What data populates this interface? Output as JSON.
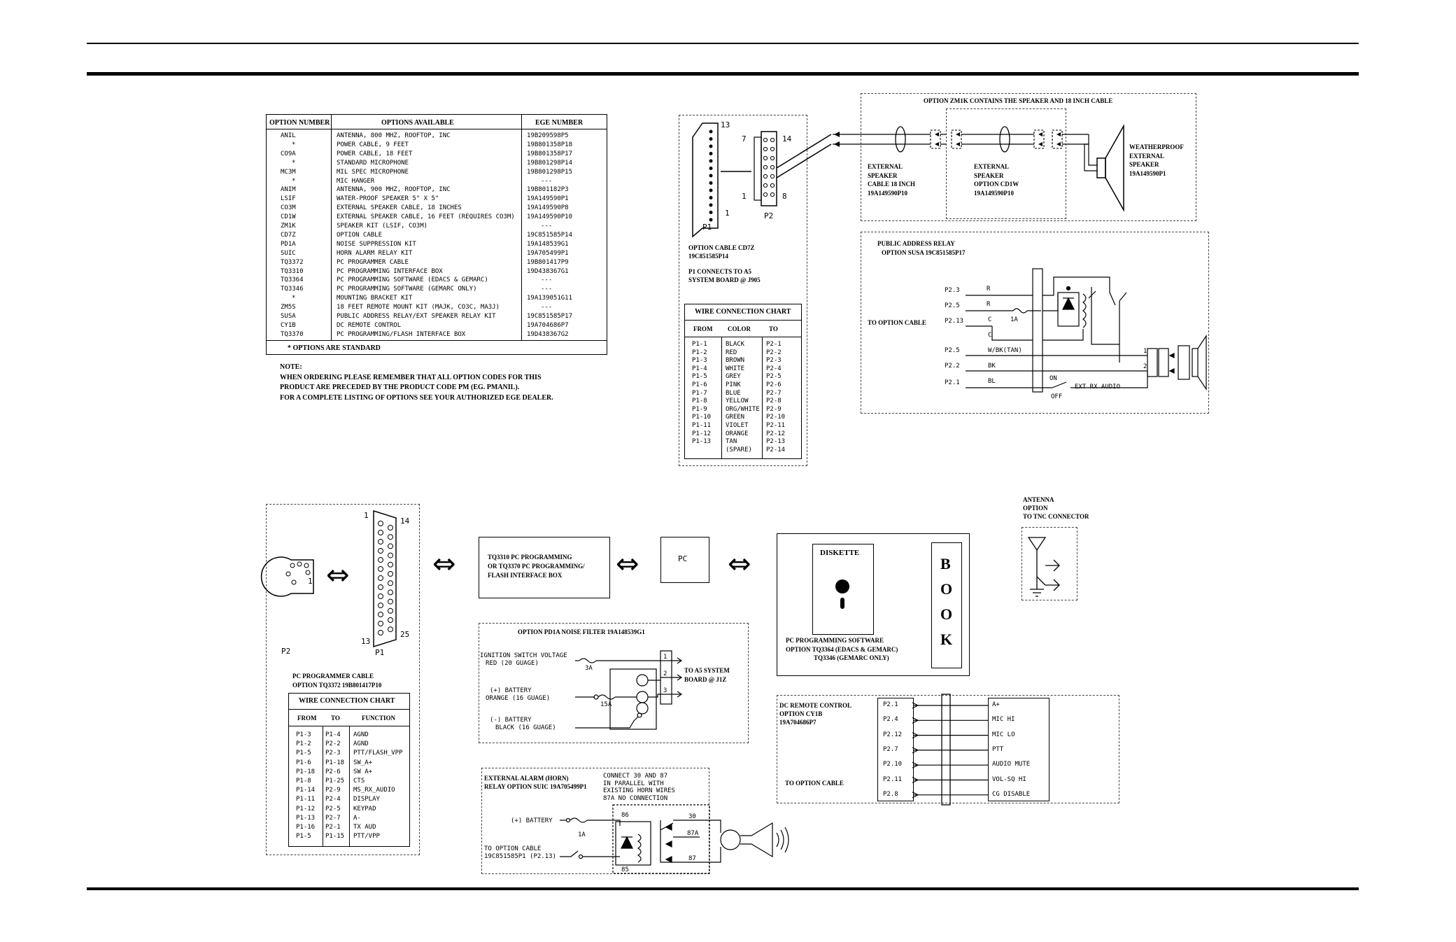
{
  "options_table": {
    "headers": [
      "OPTION NUMBER",
      "OPTIONS AVAILABLE",
      "EGE NUMBER"
    ],
    "rows": [
      [
        "ANIL",
        "ANTENNA, 800 MHZ, ROOFTOP, INC",
        "19B209598P5"
      ],
      [
        "*",
        "POWER CABLE, 9 FEET",
        "19B801358P18"
      ],
      [
        "CO9A",
        "POWER CABLE, 18 FEET",
        "19B801358P17"
      ],
      [
        "*",
        "STANDARD MICROPHONE",
        "19B801298P14"
      ],
      [
        "MC3M",
        "MIL SPEC MICROPHONE",
        "19B801298P15"
      ],
      [
        "*",
        "MIC HANGER",
        "---"
      ],
      [
        "ANIM",
        "ANTENNA, 900 MHZ, ROOFTOP, INC",
        "19B801182P3"
      ],
      [
        "LSIF",
        "WATER-PROOF SPEAKER 5\" X 5\"",
        "19A149590P1"
      ],
      [
        "CO3M",
        "EXTERNAL SPEAKER CABLE, 18 INCHES",
        "19A149590P8"
      ],
      [
        "CD1W",
        "EXTERNAL SPEAKER CABLE, 16 FEET (REQUIRES CO3M)",
        "19A149590P10"
      ],
      [
        "ZM1K",
        "SPEAKER KIT (LSIF, CO3M)",
        "---"
      ],
      [
        "CD7Z",
        "OPTION CABLE",
        "19C851585P14"
      ],
      [
        "PD1A",
        "NOISE SUPPRESSION KIT",
        "19A148539G1"
      ],
      [
        "SUIC",
        "HORN ALARM RELAY KIT",
        "19A705499P1"
      ],
      [
        "TQ3372",
        "PC PROGRAMMER CABLE",
        "19B801417P9"
      ],
      [
        "TQ3310",
        "PC PROGRAMMING INTERFACE BOX",
        "19D438367G1"
      ],
      [
        "TQ3364",
        "PC PROGRAMMING SOFTWARE (EDACS & GEMARC)",
        "---"
      ],
      [
        "TQ3346",
        "PC PROGRAMMING SOFTWARE (GEMARC ONLY)",
        "---"
      ],
      [
        "*",
        "MOUNTING BRACKET KIT",
        "19A139051G11"
      ],
      [
        "ZM5S",
        "18 FEET REMOTE MOUNT KIT (MAJK, CO3C, MA3J)",
        "---"
      ],
      [
        "SUSA",
        "PUBLIC ADDRESS RELAY/EXT SPEAKER RELAY KIT",
        "19C851585P17"
      ],
      [
        "CY1B",
        "DC REMOTE CONTROL",
        "19A704686P7"
      ],
      [
        "TQ3370",
        "PC PROGRAMMING/FLASH INTERFACE BOX",
        "19D438367G2"
      ]
    ],
    "footnote": "* OPTIONS ARE STANDARD"
  },
  "note": {
    "title": "NOTE:",
    "line1": "WHEN ORDERING PLEASE REMEMBER THAT ALL OPTION CODES FOR THIS",
    "line2": "PRODUCT ARE PRECEDED BY THE PRODUCT CODE PM (EG. PMANIL).",
    "line3": "FOR A COMPLETE LISTING OF OPTIONS SEE YOUR AUTHORIZED EGE DEALER."
  },
  "cd7z": {
    "pin13": "13",
    "pin1": "1",
    "pin7": "7",
    "pin14": "14",
    "pin1b": "1",
    "pin8": "8",
    "p1": "P1",
    "p2": "P2",
    "title1": "OPTION CABLE CD7Z",
    "title2": "19C851585P14",
    "conn1": "P1 CONNECTS TO A5",
    "conn2": "SYSTEM BOARD @ J905",
    "chart_title": "WIRE CONNECTION CHART",
    "headers": [
      "FROM",
      "COLOR",
      "TO"
    ],
    "rows": [
      [
        "P1-1",
        "BLACK",
        "P2-1"
      ],
      [
        "P1-2",
        "RED",
        "P2-2"
      ],
      [
        "P1-3",
        "BROWN",
        "P2-3"
      ],
      [
        "P1-4",
        "WHITE",
        "P2-4"
      ],
      [
        "P1-5",
        "GREY",
        "P2-5"
      ],
      [
        "P1-6",
        "PINK",
        "P2-6"
      ],
      [
        "P1-7",
        "BLUE",
        "P2-7"
      ],
      [
        "P1-8",
        "YELLOW",
        "P2-8"
      ],
      [
        "P1-9",
        "ORG/WHITE",
        "P2-9"
      ],
      [
        "P1-10",
        "GREEN",
        "P2-10"
      ],
      [
        "P1-11",
        "VIOLET",
        "P2-11"
      ],
      [
        "P1-12",
        "ORANGE",
        "P2-12"
      ],
      [
        "P1-13",
        "TAN",
        "P2-13"
      ],
      [
        "",
        "(SPARE)",
        "P2-14"
      ]
    ]
  },
  "zm1k": {
    "title": "OPTION ZM1K CONTAINS THE SPEAKER AND 18 INCH CABLE",
    "cable": [
      "EXTERNAL",
      "SPEAKER",
      "CABLE 18 INCH",
      "19A149590P10"
    ],
    "cd1w": [
      "EXTERNAL",
      "SPEAKER",
      "OPTION CD1W",
      "19A149590P10"
    ],
    "speaker": [
      "WEATHERPROOF",
      "EXTERNAL",
      "SPEAKER",
      "19A149590P1"
    ]
  },
  "pa_relay": {
    "title1": "PUBLIC ADDRESS RELAY",
    "title2": "OPTION SUSA 19C851585P17",
    "to_option_cable": "TO OPTION CABLE",
    "pins": [
      "P2.3",
      "P2.5",
      "P2.13",
      "P2.5",
      "P2.2",
      "P2.1"
    ],
    "wires": [
      "R",
      "R",
      "C",
      "C",
      "W/BK(TAN)",
      "BK",
      "BL"
    ],
    "fuse": "1A",
    "on": "ON",
    "off": "OFF",
    "ext_rx": "EXT RX AUDIO",
    "term1": "1",
    "term2": "2"
  },
  "programmer": {
    "pin1": "1",
    "pin14": "14",
    "pin13": "13",
    "pin25": "25",
    "p2": "P2",
    "p1": "P1",
    "pin_small": "1",
    "title1": "PC PROGRAMMER CABLE",
    "title2": "OPTION TQ3372 19B801417P10",
    "chart_title": "WIRE CONNECTION CHART",
    "headers": [
      "FROM",
      "TO",
      "FUNCTION"
    ],
    "rows": [
      [
        "P1-3",
        "P1-4",
        "AGND"
      ],
      [
        "P1-2",
        "P2-2",
        "AGND"
      ],
      [
        "P1-5",
        "P2-3",
        "PTT/FLASH_VPP"
      ],
      [
        "P1-6",
        "P1-18",
        "SW_A+"
      ],
      [
        "P1-18",
        "P2-6",
        "SW A+"
      ],
      [
        "P1-8",
        "P1-25",
        "CTS"
      ],
      [
        "P1-14",
        "P2-9",
        "MS_RX_AUDIO"
      ],
      [
        "P1-11",
        "P2-4",
        "DISPLAY"
      ],
      [
        "P1-12",
        "P2-5",
        "KEYPAD"
      ],
      [
        "P1-13",
        "P2-7",
        "A-"
      ],
      [
        "P1-16",
        "P2-1",
        "TX AUD"
      ],
      [
        "P1-5",
        "P1-15",
        "PTT/VPP"
      ]
    ]
  },
  "interface_box": {
    "line1": "TQ3310 PC PROGRAMMING",
    "line2": "OR TQ3370 PC PROGRAMMING/",
    "line3": "FLASH INTERFACE BOX"
  },
  "pc": "PC",
  "software": {
    "diskette": "DISKETTE",
    "book": [
      "B",
      "O",
      "O",
      "K"
    ],
    "line1": "PC PROGRAMMING SOFTWARE",
    "line2": "OPTION TQ3364 (EDACS & GEMARC)",
    "line3": "TQ3346 (GEMARC ONLY)"
  },
  "antenna": {
    "line1": "ANTENNA",
    "line2": "OPTION",
    "line3": "TO TNC CONNECTOR"
  },
  "pd1a": {
    "title": "OPTION PD1A NOISE FILTER 19A148539G1",
    "ign1": "IGNITION SWITCH VOLTAGE",
    "ign2": "RED (20 GUAGE)",
    "bat1": "(+) BATTERY",
    "bat2": "ORANGE (16 GUAGE)",
    "neg1": "(-) BATTERY",
    "neg2": "BLACK (16 GUAGE)",
    "fuse1": "3A",
    "fuse2": "15A",
    "t1": "1",
    "t2": "2",
    "t3": "3",
    "dest1": "TO A5 SYSTEM",
    "dest2": "BOARD @ J1Z"
  },
  "cy1b": {
    "title1": "DC REMOTE CONTROL",
    "title2": "OPTION CY1B",
    "title3": "19A704686P7",
    "to_option_cable": "TO OPTION CABLE",
    "pins": [
      "P2.1",
      "P2.4",
      "P2.12",
      "P2.7",
      "P2.10",
      "P2.11",
      "P2.8"
    ],
    "functions": [
      "A+",
      "MIC HI",
      "MIC LO",
      "PTT",
      "AUDIO MUTE",
      "VOL-SQ HI",
      "CG DISABLE"
    ]
  },
  "suic": {
    "title1": "EXTERNAL ALARM (HORN)",
    "title2": "RELAY OPTION SUIC 19A705499P1",
    "note1": "CONNECT 30 AND 87",
    "note2": "IN PARALLEL WITH",
    "note3": "EXISTING HORN WIRES",
    "note4": "87A NO CONNECTION",
    "battery": "(+) BATTERY",
    "fuse": "1A",
    "cable1": "TO OPTION CABLE",
    "cable2": "19C851585P1 (P2.13)",
    "t86": "86",
    "t85": "85",
    "t30": "30",
    "t87a": "87A",
    "t87": "87"
  }
}
